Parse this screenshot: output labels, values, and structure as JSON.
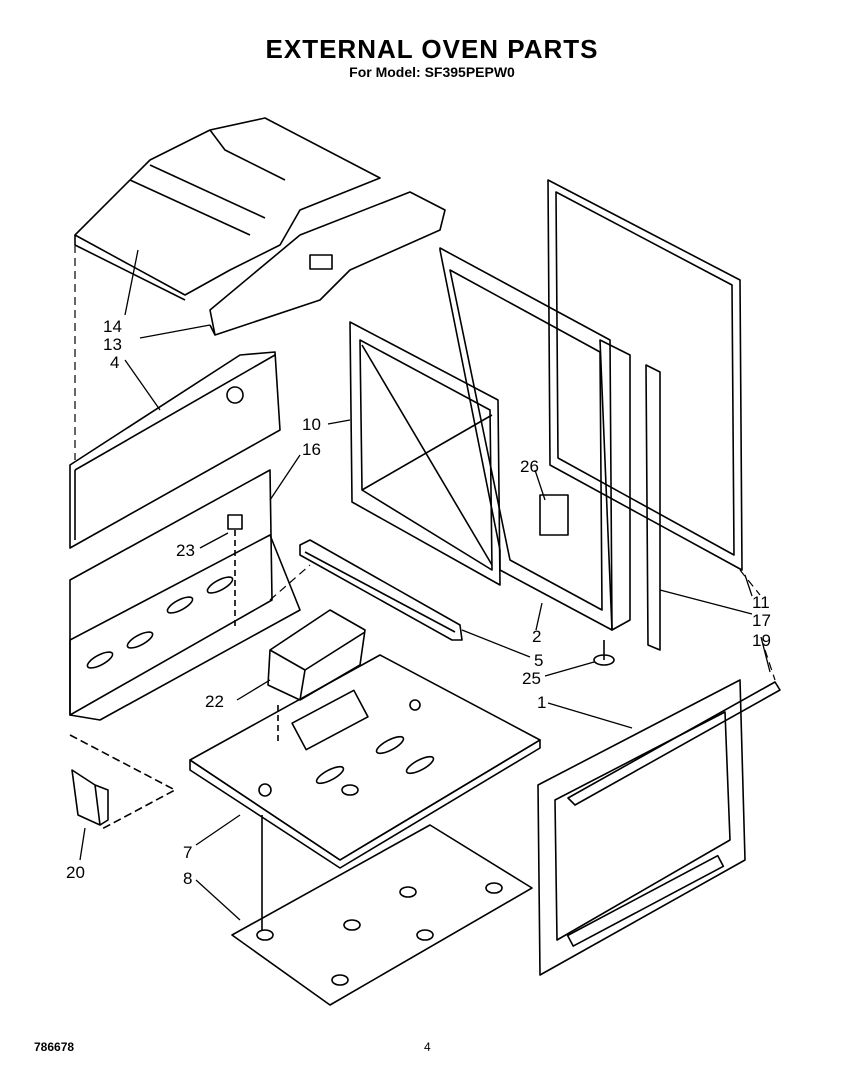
{
  "header": {
    "title": "EXTERNAL OVEN PARTS",
    "subtitle": "For Model: SF395PEPW0"
  },
  "callouts": [
    "14",
    "13",
    "4",
    "10",
    "16",
    "23",
    "26",
    "2",
    "5",
    "25",
    "11",
    "17",
    "19",
    "1",
    "22",
    "7",
    "8",
    "20"
  ],
  "footer": {
    "doc_number": "786678",
    "page_number": "4"
  }
}
